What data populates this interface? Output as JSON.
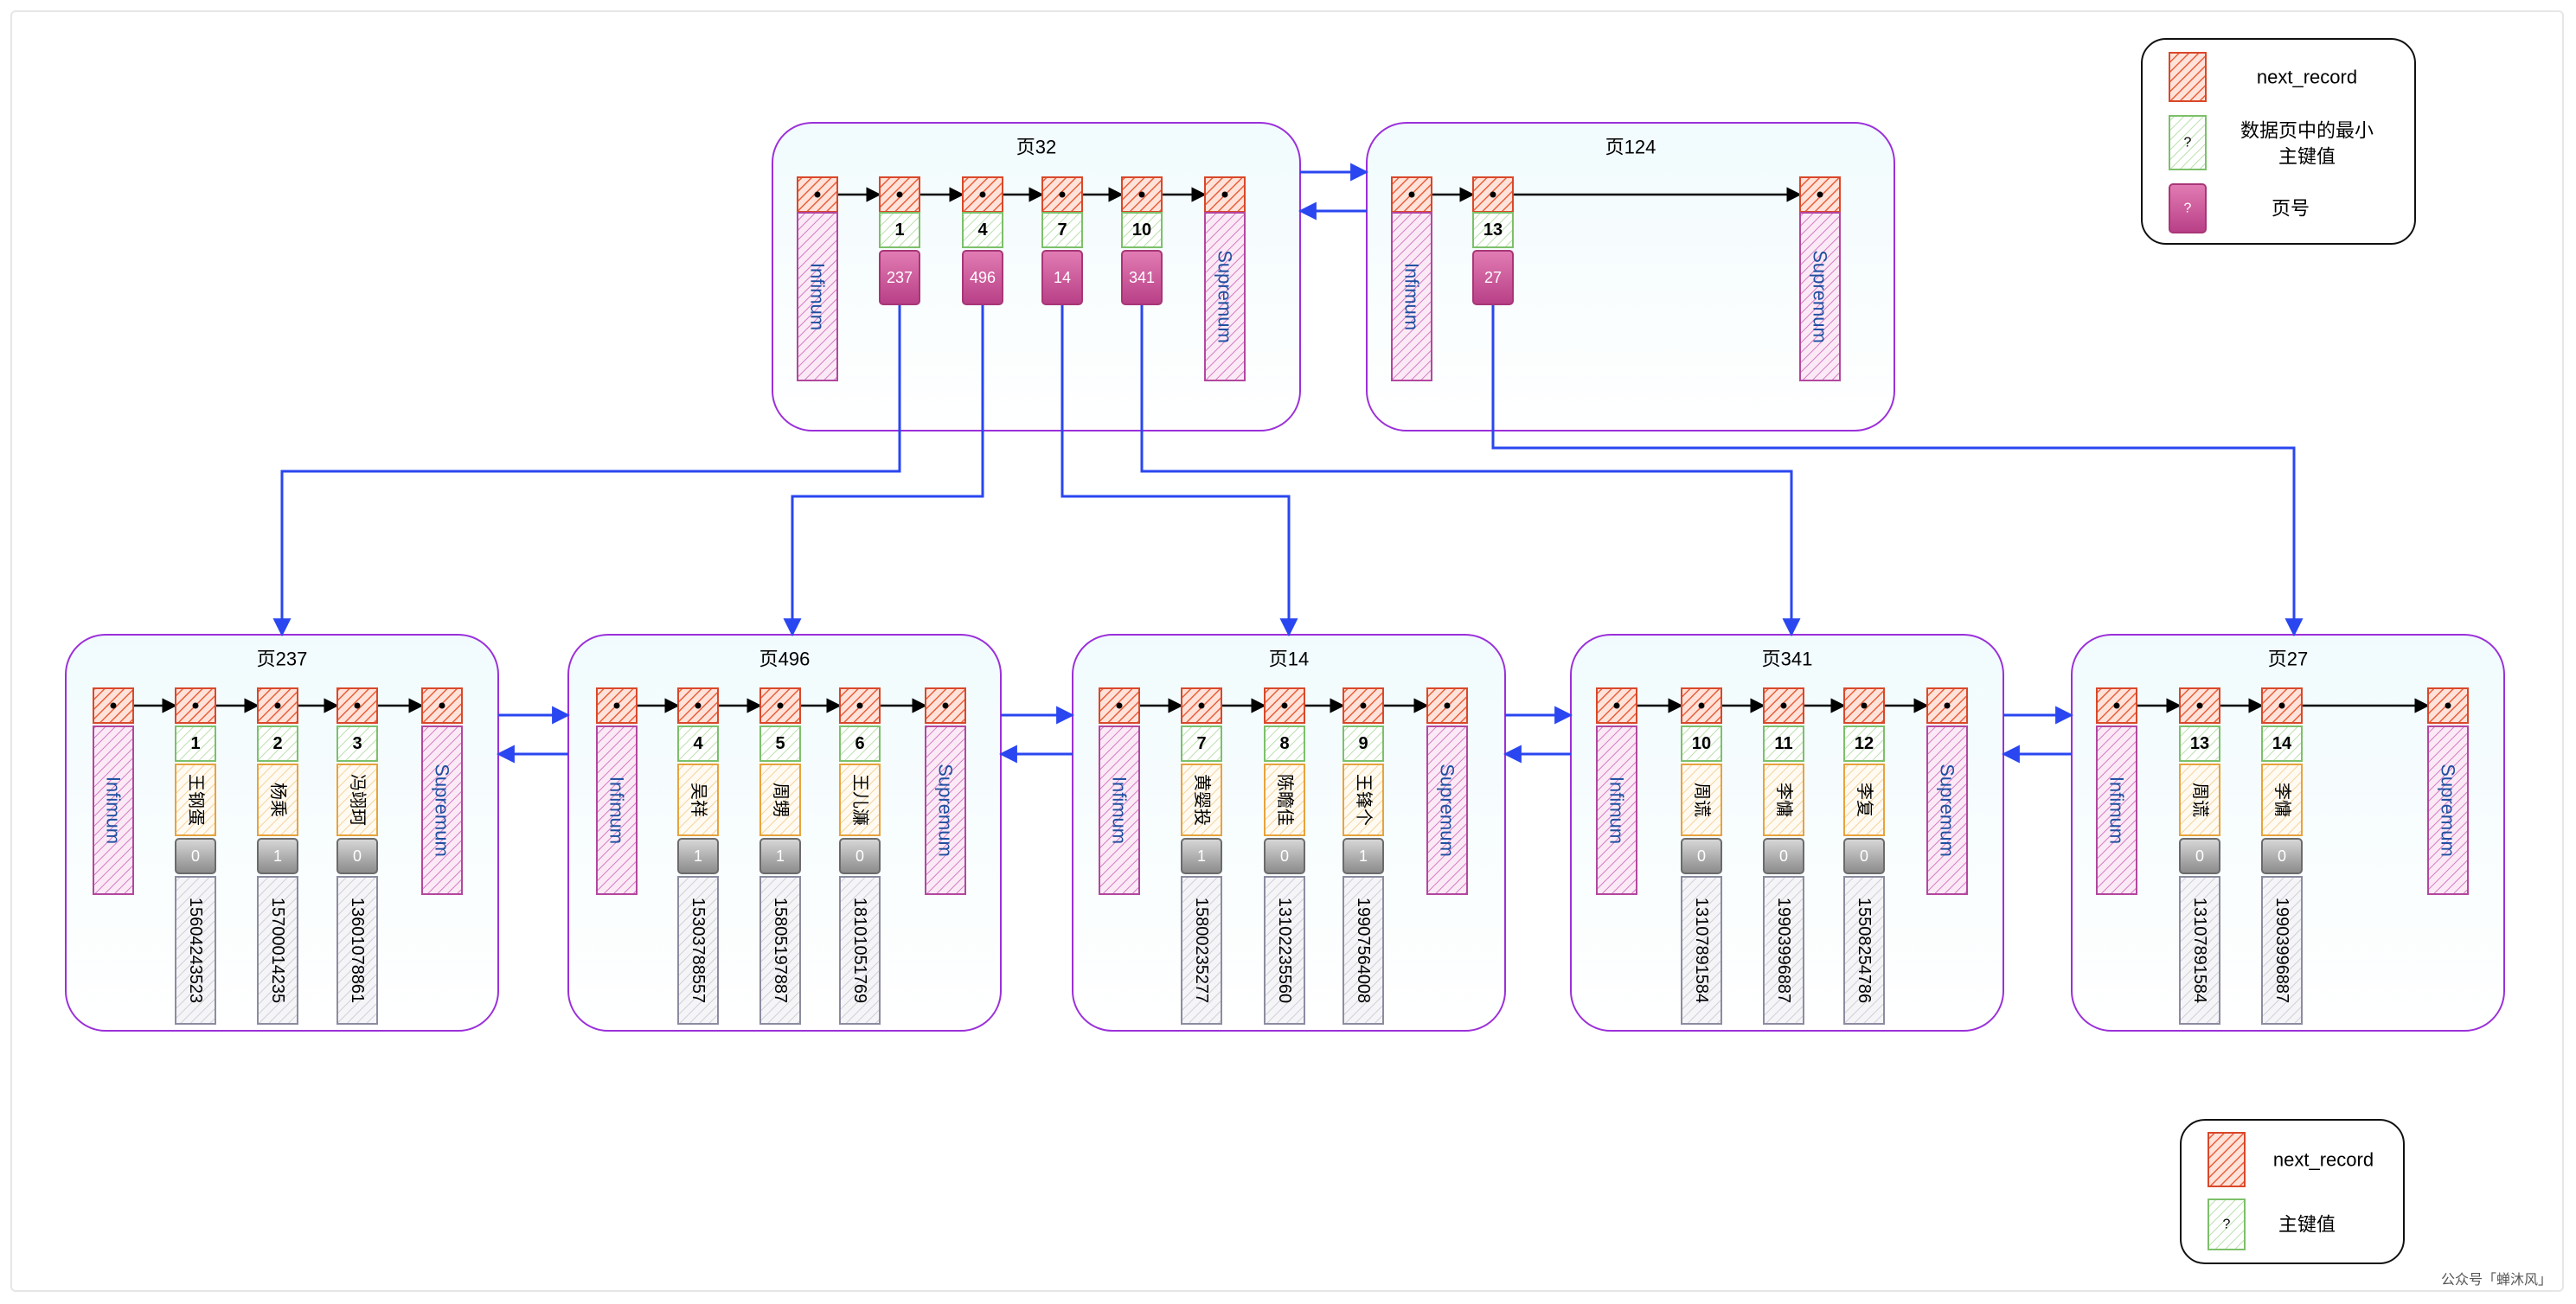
{
  "top_pages": [
    {
      "label": "页32",
      "infimum": "Infimum",
      "supremum": "Supremum",
      "entries": [
        {
          "key": "1",
          "page": "237"
        },
        {
          "key": "4",
          "page": "496"
        },
        {
          "key": "7",
          "page": "14"
        },
        {
          "key": "10",
          "page": "341"
        }
      ]
    },
    {
      "label": "页124",
      "infimum": "Infimum",
      "supremum": "Supremum",
      "entries": [
        {
          "key": "13",
          "page": "27"
        }
      ]
    }
  ],
  "leaf_pages": [
    {
      "label": "页237",
      "infimum": "Infimum",
      "supremum": "Supremum",
      "records": [
        {
          "id": "1",
          "name": "王钢蛋",
          "flag": "0",
          "phone": "15604243523"
        },
        {
          "id": "2",
          "name": "杨乘",
          "flag": "1",
          "phone": "15700014235"
        },
        {
          "id": "3",
          "name": "冯翊珂",
          "flag": "0",
          "phone": "13601078861"
        }
      ]
    },
    {
      "label": "页496",
      "infimum": "Infimum",
      "supremum": "Supremum",
      "records": [
        {
          "id": "4",
          "name": "吴祥",
          "flag": "1",
          "phone": "15303788557"
        },
        {
          "id": "5",
          "name": "周甥",
          "flag": "1",
          "phone": "15805197887"
        },
        {
          "id": "6",
          "name": "王儿濂",
          "flag": "0",
          "phone": "18101051769"
        }
      ]
    },
    {
      "label": "页14",
      "infimum": "Infimum",
      "supremum": "Supremum",
      "records": [
        {
          "id": "7",
          "name": "黄婴投",
          "flag": "1",
          "phone": "15800235277"
        },
        {
          "id": "8",
          "name": "陈瞻佳",
          "flag": "0",
          "phone": "13102235560"
        },
        {
          "id": "9",
          "name": "王锋个",
          "flag": "1",
          "phone": "19907564008"
        }
      ]
    },
    {
      "label": "页341",
      "infimum": "Infimum",
      "supremum": "Supremum",
      "records": [
        {
          "id": "10",
          "name": "周谎",
          "flag": "0",
          "phone": "13107891584"
        },
        {
          "id": "11",
          "name": "李慵",
          "flag": "0",
          "phone": "19903996887"
        },
        {
          "id": "12",
          "name": "李复",
          "flag": "0",
          "phone": "15508254786"
        }
      ]
    },
    {
      "label": "页27",
      "infimum": "Infimum",
      "supremum": "Supremum",
      "records": [
        {
          "id": "13",
          "name": "周谎",
          "flag": "0",
          "phone": "13107891584"
        },
        {
          "id": "14",
          "name": "李慵",
          "flag": "0",
          "phone": "19903996887"
        }
      ]
    }
  ],
  "legend_top": {
    "next_record": "next_record",
    "q": "?",
    "min_key": "数据页中的最小\n主键值",
    "page_no": "页号"
  },
  "legend_bottom": {
    "next_record": "next_record",
    "q": "?",
    "pk": "主键值"
  },
  "watermark": "公众号「蝉沐风」",
  "colors": {
    "next_record": "#e8603c",
    "key": "#7cc06a",
    "page_no": "#c0558e",
    "inf_sup": "#b3479f",
    "frame": "#9b30d9",
    "record": "#e8a33c",
    "flag": "#888888",
    "arrow": "#2a46f0"
  }
}
